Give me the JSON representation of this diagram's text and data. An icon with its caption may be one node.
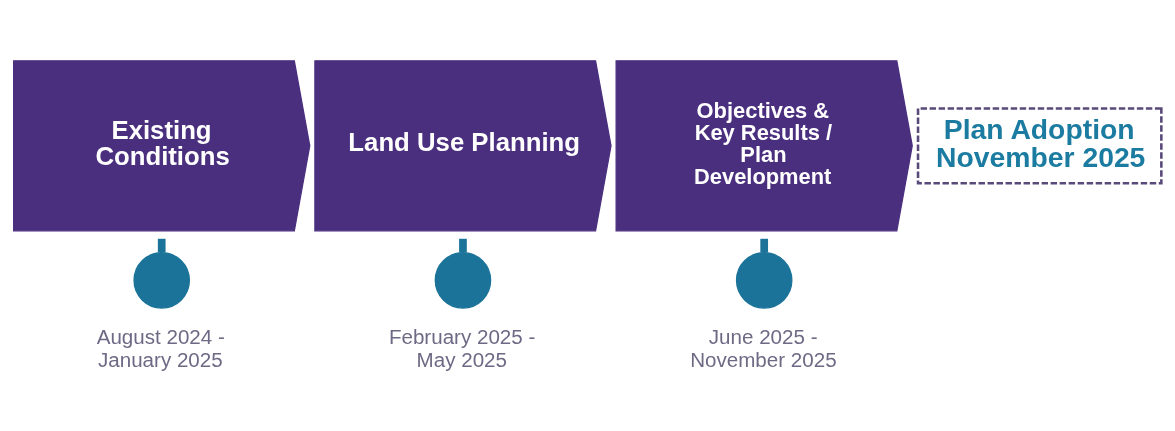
{
  "diagram": {
    "nodes": [
      {
        "text": [
          "Existing Conditions"
        ]
      },
      {
        "text": [
          "Land Use Planning"
        ]
      },
      {
        "text": [
          "Objectives & Key Results / Plan Development"
        ]
      },
      {
        "text": [
          "Plan Adoption",
          "November 2025"
        ]
      },
      {
        "text": [],
        "shape": "circle",
        "beside": [
          "August 2024 - January 2025"
        ]
      },
      {
        "text": [],
        "shape": "circle",
        "beside": [
          "February 2025 - May 2025"
        ]
      },
      {
        "text": [],
        "shape": "circle",
        "beside": [
          "June 2025 - November 2025"
        ]
      }
    ],
    "edges": [
      {
        "from": 0,
        "to": 4,
        "arrow": "none"
      },
      {
        "from": 1,
        "to": 5,
        "arrow": "none"
      },
      {
        "from": 2,
        "to": 6,
        "arrow": "none"
      }
    ]
  }
}
